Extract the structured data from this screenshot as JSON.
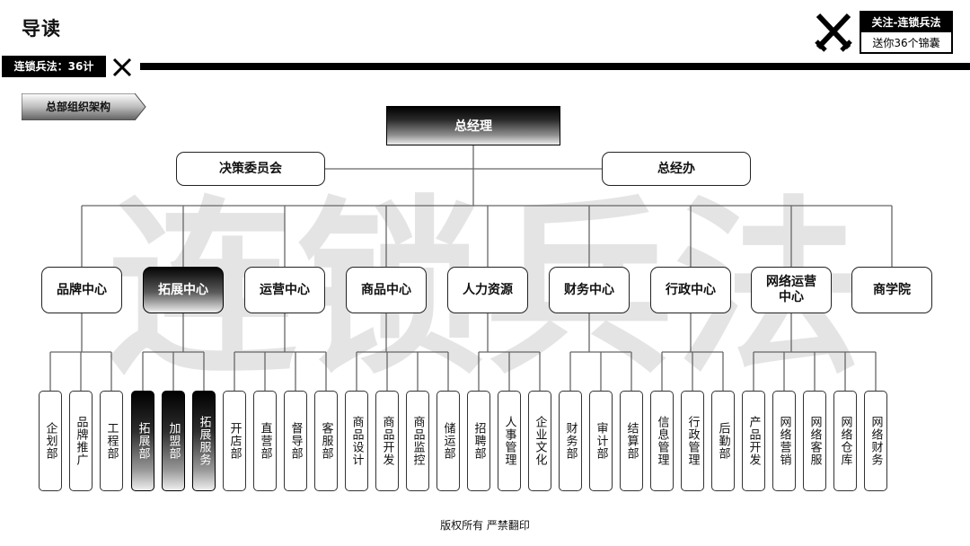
{
  "header": {
    "title": "导读",
    "series_label": "连锁兵法：36计",
    "promo_line1": "关注-连锁兵法",
    "promo_line2": "送你36个锦囊"
  },
  "section_tag": "总部组织架构",
  "watermark": "连锁兵法",
  "org": {
    "top": "总经理",
    "staff_left": "决策委员会",
    "staff_right": "总经办",
    "centers": [
      {
        "label": "品牌中心",
        "highlight": false,
        "departments": [
          "企划部",
          "品牌推广",
          "工程部"
        ]
      },
      {
        "label": "拓展中心",
        "highlight": true,
        "departments": [
          "拓展部",
          "加盟部",
          "拓展服务"
        ]
      },
      {
        "label": "运营中心",
        "highlight": false,
        "departments": [
          "开店部",
          "直营部",
          "督导部",
          "客服部"
        ]
      },
      {
        "label": "商品中心",
        "highlight": false,
        "departments": [
          "商品设计",
          "商品开发",
          "商品监控",
          "储运部"
        ]
      },
      {
        "label": "人力资源",
        "highlight": false,
        "departments": [
          "招聘部",
          "人事管理",
          "企业文化"
        ]
      },
      {
        "label": "财务中心",
        "highlight": false,
        "departments": [
          "财务部",
          "审计部",
          "结算部"
        ]
      },
      {
        "label": "行政中心",
        "highlight": false,
        "departments": [
          "信息管理",
          "行政管理",
          "后勤部"
        ]
      },
      {
        "label": "网络运营中心",
        "highlight": false,
        "departments": [
          "产品开发",
          "网络营销",
          "网络客服",
          "网络仓库",
          "网络财务"
        ]
      },
      {
        "label": "商学院",
        "highlight": false,
        "departments": []
      }
    ]
  },
  "footer": "版权所有 严禁翻印",
  "colors": {
    "ink": "#111111",
    "line": "#666666",
    "watermark": "#e4e4e4"
  }
}
